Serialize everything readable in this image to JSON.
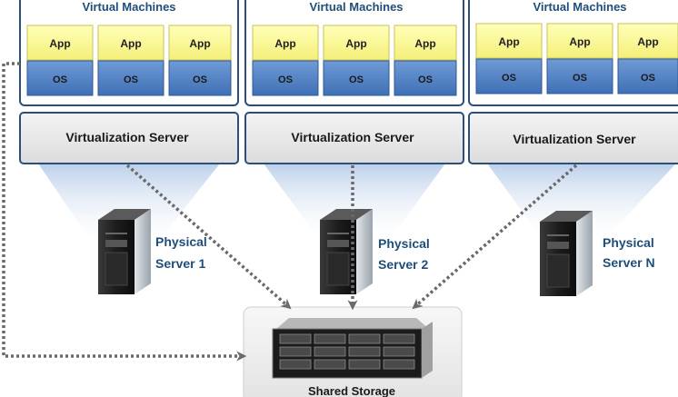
{
  "colors": {
    "vm_border": "#1f4e79",
    "app_fill": "#ffff99",
    "os_fill": "#4f81bd",
    "label_blue": "#1f4e79",
    "server_fill": "#e8e8e8",
    "beam": "#c9d9ef",
    "arrow": "#606060"
  },
  "icons": {
    "host": "tower-server-icon",
    "storage": "rack-storage-array-icon"
  },
  "vm_groups": [
    {
      "heading": "Virtual Machines",
      "vms": [
        {
          "app": "App",
          "os": "OS"
        },
        {
          "app": "App",
          "os": "OS"
        },
        {
          "app": "App",
          "os": "OS"
        }
      ],
      "virtualization": "Virtualization Server",
      "physical": {
        "line1": "Physical",
        "line2": "Server 1"
      }
    },
    {
      "heading": "Virtual Machines",
      "vms": [
        {
          "app": "App",
          "os": "OS"
        },
        {
          "app": "App",
          "os": "OS"
        },
        {
          "app": "App",
          "os": "OS"
        }
      ],
      "virtualization": "Virtualization Server",
      "physical": {
        "line1": "Physical",
        "line2": "Server 2"
      }
    },
    {
      "heading": "Virtual Machines",
      "vms": [
        {
          "app": "App",
          "os": "OS"
        },
        {
          "app": "App",
          "os": "OS"
        },
        {
          "app": "App",
          "os": "OS"
        }
      ],
      "virtualization": "Virtualization Server",
      "physical": {
        "line1": "Physical",
        "line2": "Server N"
      }
    }
  ],
  "storage": {
    "label": "Shared Storage"
  }
}
